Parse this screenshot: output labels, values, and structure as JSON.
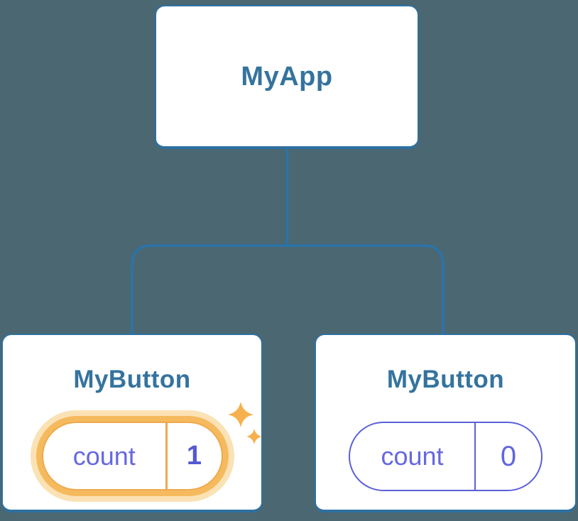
{
  "canvas": {
    "background_color": "#4B6772"
  },
  "tree": {
    "root": {
      "label": "MyApp"
    },
    "children": [
      {
        "label": "MyButton",
        "highlighted": true,
        "state": {
          "key": "count",
          "value": "1"
        }
      },
      {
        "label": "MyButton",
        "highlighted": false,
        "state": {
          "key": "count",
          "value": "0"
        }
      }
    ]
  },
  "icons": {
    "sparkle_large": "sparkle-icon",
    "sparkle_small": "sparkle-icon"
  },
  "colors": {
    "background": "#4B6772",
    "card_border": "#2E70A1",
    "connector_line": "#2B73A8",
    "component_label": "#35739E",
    "state_key_text": "#6568E0",
    "state_value_highlighted": "#5458D2",
    "state_value_plain": "#6166DC",
    "pill_border_plain": "#5B60D8",
    "pill_border_highlighted": "#EFA94D",
    "highlight_ring_inner": "#F6BA5E",
    "highlight_ring_outer": "#FBE2B5",
    "sparkle": "#F6B14E"
  }
}
